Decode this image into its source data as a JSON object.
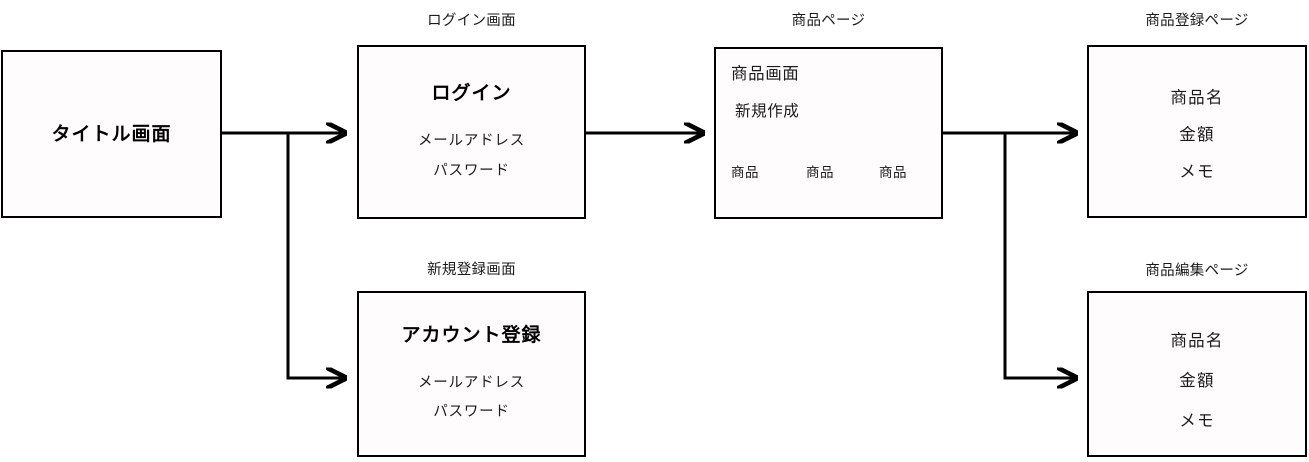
{
  "diagram": {
    "type": "screen-flow-diagram",
    "nodes": [
      {
        "id": "title-screen",
        "caption": "",
        "heading": "タイトル画面",
        "lines": []
      },
      {
        "id": "login-screen",
        "caption": "ログイン画面",
        "heading": "ログイン",
        "lines": [
          "メールアドレス",
          "パスワード"
        ]
      },
      {
        "id": "signup-screen",
        "caption": "新規登録画面",
        "heading": "アカウント登録",
        "lines": [
          "メールアドレス",
          "パスワード"
        ]
      },
      {
        "id": "product-page",
        "caption": "商品ページ",
        "heading": "商品画面",
        "subheading": "新規作成",
        "items": [
          "商品",
          "商品",
          "商品"
        ]
      },
      {
        "id": "product-register-page",
        "caption": "商品登録ページ",
        "lines": [
          "商品名",
          "金額",
          "メモ"
        ]
      },
      {
        "id": "product-edit-page",
        "caption": "商品編集ページ",
        "lines": [
          "商品名",
          "金額",
          "メモ"
        ]
      }
    ],
    "colors": {
      "stroke": "#000000",
      "box_fill": "#fffcfd",
      "text": "#1a1a1a",
      "background": "#ffffff"
    }
  }
}
